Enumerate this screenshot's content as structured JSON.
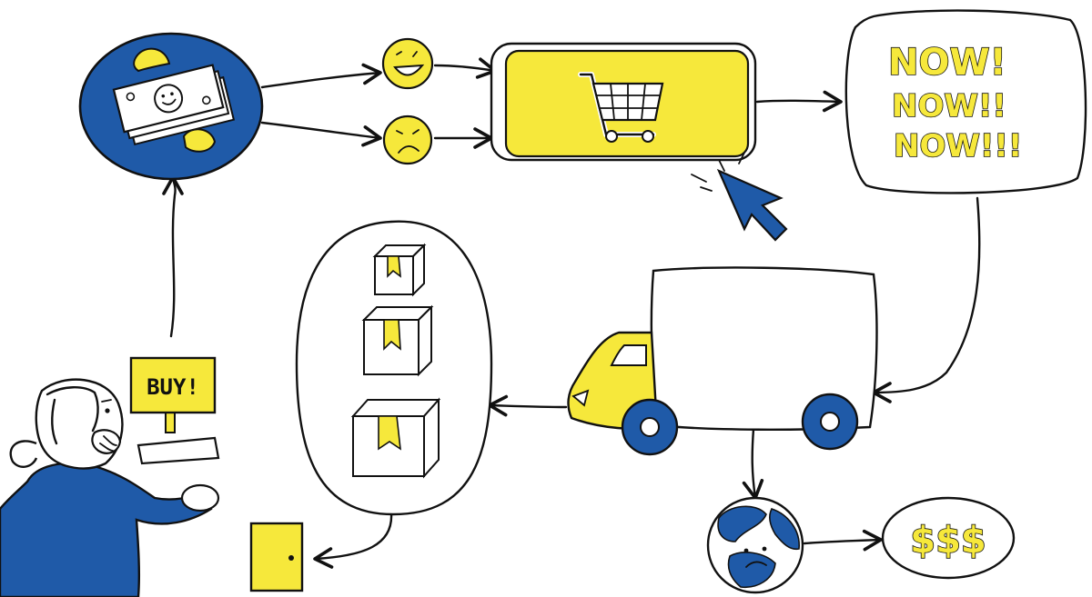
{
  "labels": {
    "screen_text": "BUY!",
    "urgency_1": "NOW!",
    "urgency_2": "NOW!!",
    "urgency_3": "NOW!!!",
    "money": "$$$"
  },
  "colors": {
    "blue": "#1f5aa8",
    "yellow": "#f6e83b",
    "ink": "#111111"
  },
  "icons": [
    "shopper",
    "computer-monitor",
    "keyboard",
    "money-with-wings-icon",
    "happy-face-icon",
    "sad-face-icon",
    "shopping-cart-icon",
    "mouse-cursor-icon",
    "delivery-truck-icon",
    "package-icon",
    "door-icon",
    "sad-earth-icon"
  ]
}
